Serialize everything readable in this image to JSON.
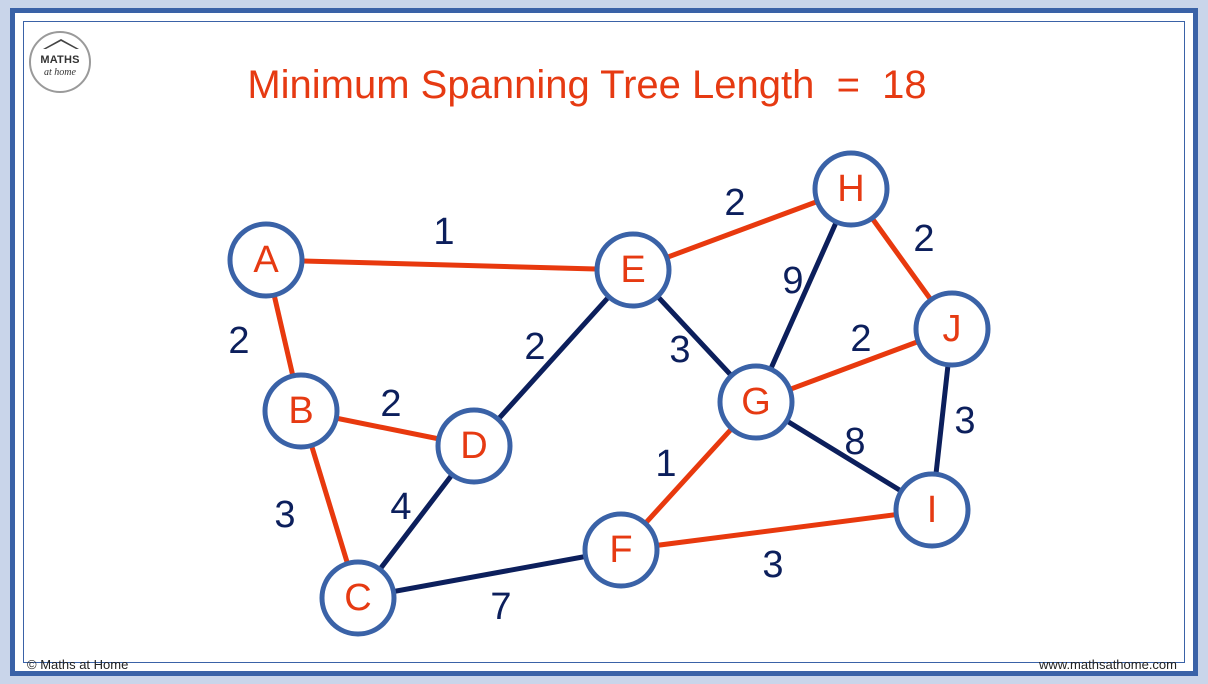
{
  "title": "Minimum Spanning Tree Length  =  18",
  "logo": {
    "line1": "MATHS",
    "line2": "at home"
  },
  "footer": {
    "left": "© Maths at Home",
    "right": "www.mathsathome.com"
  },
  "colors": {
    "mst_edge": "#e8390e",
    "other_edge": "#0c1f5c",
    "node_border": "#3a62a7",
    "node_label": "#e63a12",
    "weight_label": "#0c1f5c",
    "title": "#e63a12"
  },
  "nodes": [
    {
      "id": "A",
      "label": "A"
    },
    {
      "id": "B",
      "label": "B"
    },
    {
      "id": "C",
      "label": "C"
    },
    {
      "id": "D",
      "label": "D"
    },
    {
      "id": "E",
      "label": "E"
    },
    {
      "id": "F",
      "label": "F"
    },
    {
      "id": "G",
      "label": "G"
    },
    {
      "id": "H",
      "label": "H"
    },
    {
      "id": "I",
      "label": "I"
    },
    {
      "id": "J",
      "label": "J"
    }
  ],
  "edges": [
    {
      "from": "A",
      "to": "E",
      "weight": "1",
      "in_mst": true
    },
    {
      "from": "A",
      "to": "B",
      "weight": "2",
      "in_mst": true
    },
    {
      "from": "B",
      "to": "D",
      "weight": "2",
      "in_mst": true
    },
    {
      "from": "B",
      "to": "C",
      "weight": "3",
      "in_mst": true
    },
    {
      "from": "C",
      "to": "D",
      "weight": "4",
      "in_mst": false
    },
    {
      "from": "D",
      "to": "E",
      "weight": "2",
      "in_mst": false
    },
    {
      "from": "C",
      "to": "F",
      "weight": "7",
      "in_mst": false
    },
    {
      "from": "E",
      "to": "H",
      "weight": "2",
      "in_mst": true
    },
    {
      "from": "E",
      "to": "G",
      "weight": "3",
      "in_mst": false
    },
    {
      "from": "G",
      "to": "H",
      "weight": "9",
      "in_mst": false
    },
    {
      "from": "H",
      "to": "J",
      "weight": "2",
      "in_mst": true
    },
    {
      "from": "G",
      "to": "J",
      "weight": "2",
      "in_mst": true
    },
    {
      "from": "G",
      "to": "I",
      "weight": "8",
      "in_mst": false
    },
    {
      "from": "J",
      "to": "I",
      "weight": "3",
      "in_mst": false
    },
    {
      "from": "F",
      "to": "G",
      "weight": "1",
      "in_mst": true
    },
    {
      "from": "F",
      "to": "I",
      "weight": "3",
      "in_mst": true
    }
  ]
}
